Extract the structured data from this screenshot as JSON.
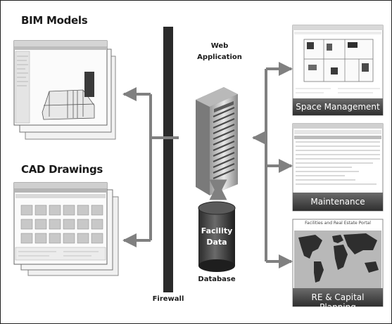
{
  "diagram": {
    "left": {
      "bim_title": "BIM Models",
      "cad_title": "CAD Drawings"
    },
    "center": {
      "web_app_line1": "Web",
      "web_app_line2": "Application",
      "db_line1": "Facility",
      "db_line2": "Data",
      "db_label": "Database",
      "firewall_label": "Firewall"
    },
    "right": {
      "space_caption": "Space Management",
      "maint_caption": "Maintenance",
      "capital_caption": "RE & Capital Planning",
      "portal_title": "Facilities and Real Estate Portal"
    }
  }
}
